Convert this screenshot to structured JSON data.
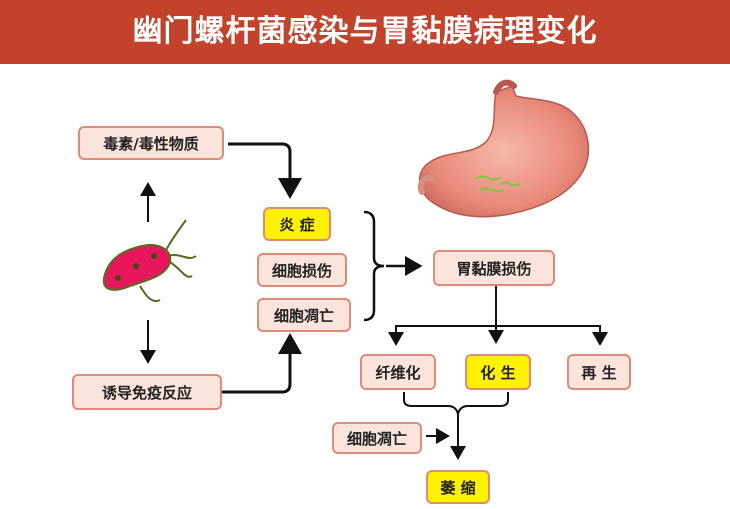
{
  "header": {
    "title": "幽门螺杆菌感染与胃黏膜病理变化"
  },
  "nodes": {
    "toxin": "毒素/毒性物质",
    "immune": "诱导免疫反应",
    "inflammation": "炎 症",
    "cell_damage": "细胞损伤",
    "apoptosis": "细胞凋亡",
    "mucosa_damage": "胃黏膜损伤",
    "fibrosis": "纤维化",
    "metaplasia": "化 生",
    "regeneration": "再 生",
    "apoptosis2": "细胞凋亡",
    "atrophy": "萎 缩"
  },
  "colors": {
    "header": "#c2422c",
    "node_fill": "#fbe4dc",
    "node_border": "#e08b78",
    "highlight": "#fff200",
    "bacterium": "#e8175d"
  }
}
